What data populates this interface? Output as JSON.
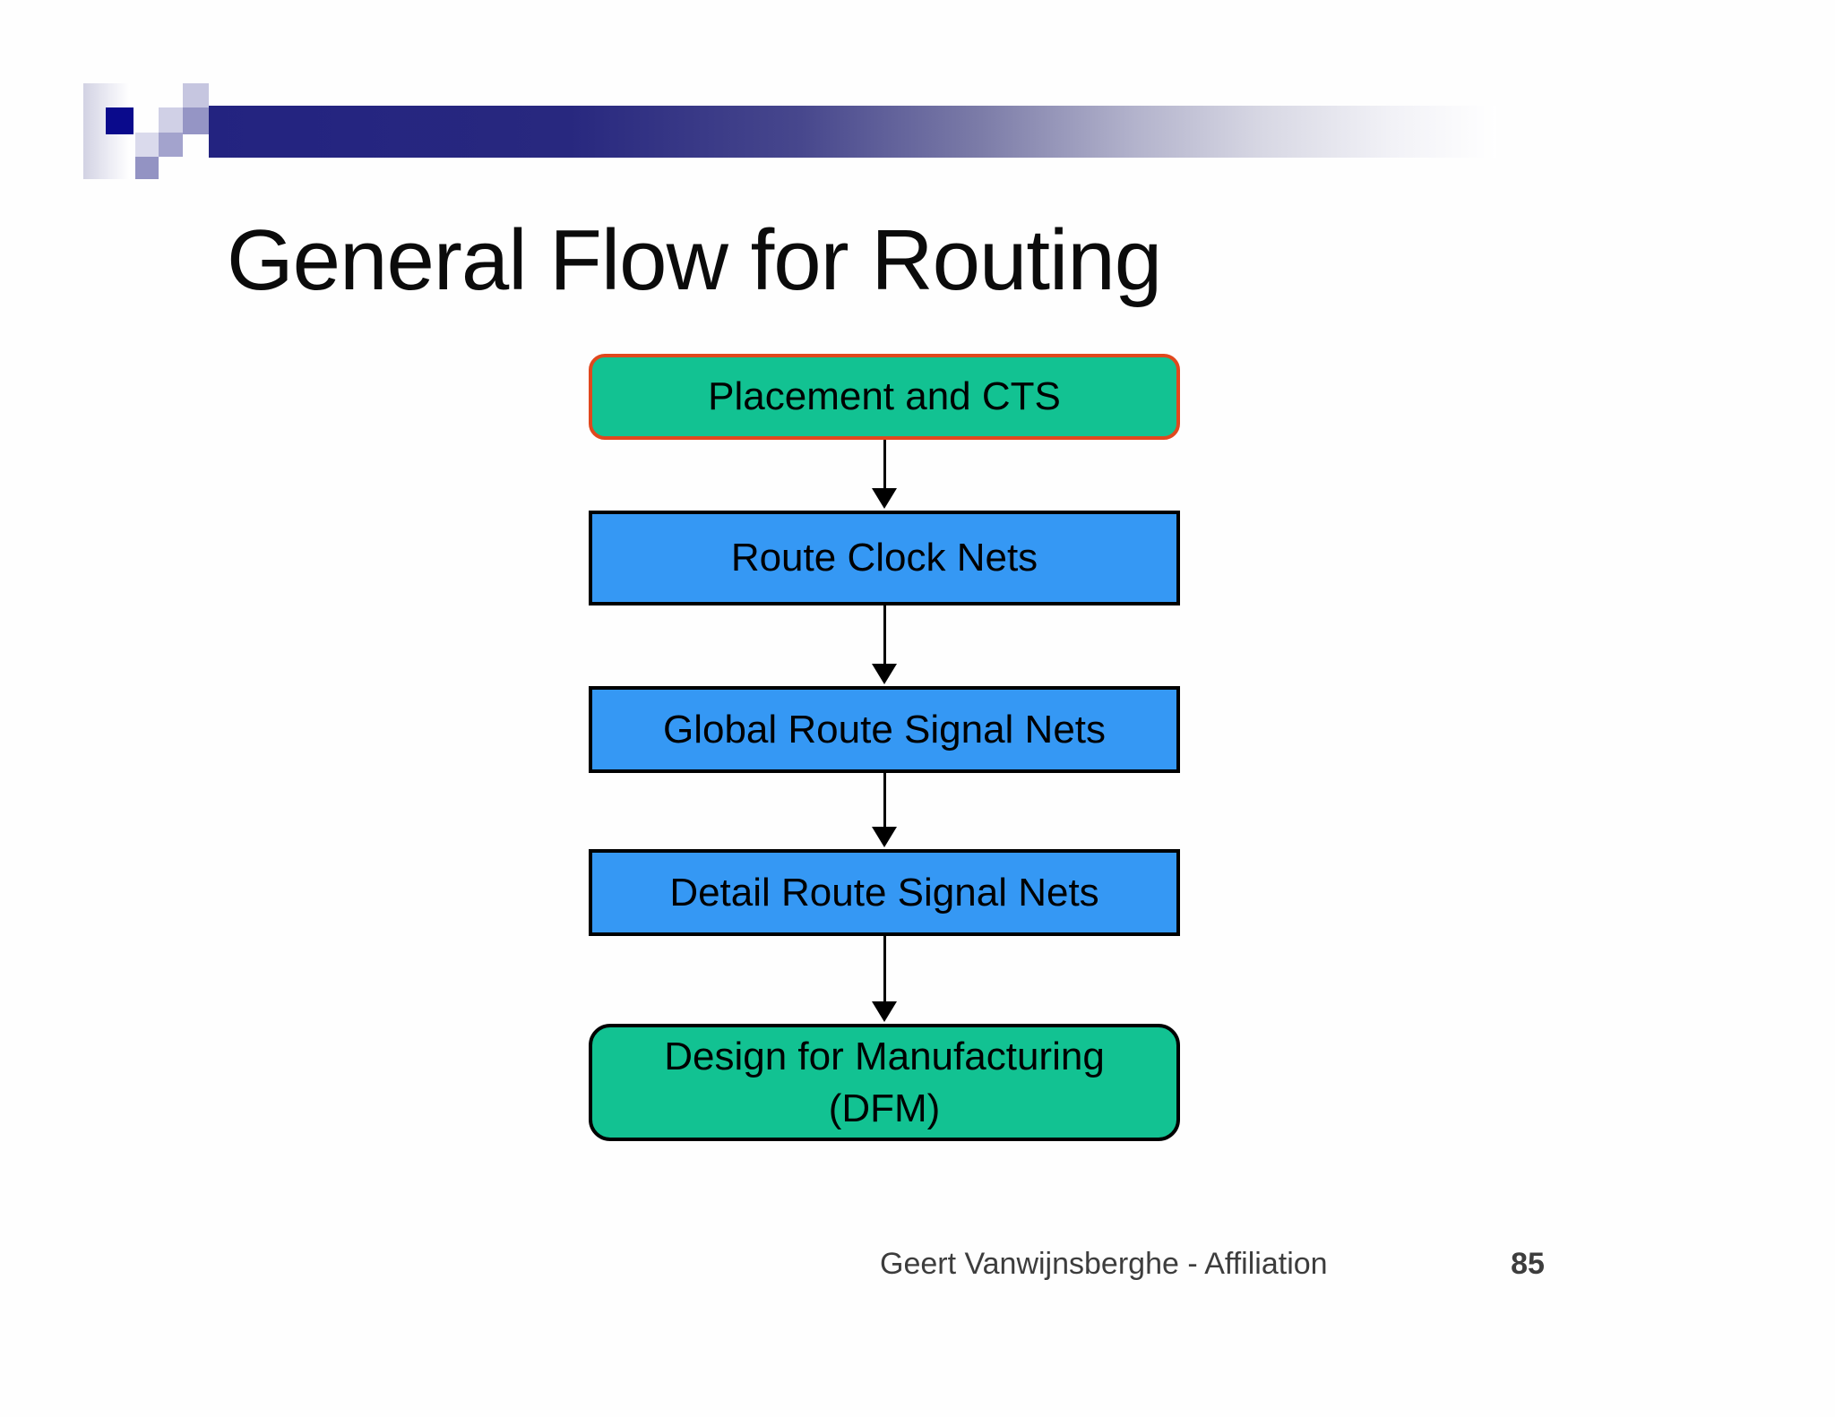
{
  "slide": {
    "title": "General Flow for Routing",
    "footer": {
      "credit": "Geert Vanwijnsberghe - Affiliation",
      "page_number": "85"
    },
    "colors": {
      "accent_green_fill": "#12c292",
      "accent_orange_border": "#e0481e",
      "accent_blue_fill": "#3598f4",
      "node_border_black": "#000000",
      "header_bar_dark": "#232380",
      "header_square_navy": "#0a0a8c",
      "footer_text": "#3d3d3d"
    },
    "flow": {
      "type": "flowchart",
      "direction": "top-down",
      "nodes": [
        {
          "id": "placement-cts",
          "label": "Placement and CTS",
          "shape": "rounded-rect",
          "fill": "green",
          "border": "orange"
        },
        {
          "id": "route-clock-nets",
          "label": "Route Clock Nets",
          "shape": "rect",
          "fill": "blue",
          "border": "black"
        },
        {
          "id": "global-route-signal-nets",
          "label": "Global Route Signal Nets",
          "shape": "rect",
          "fill": "blue",
          "border": "black"
        },
        {
          "id": "detail-route-signal-nets",
          "label": "Detail Route Signal Nets",
          "shape": "rect",
          "fill": "blue",
          "border": "black"
        },
        {
          "id": "design-for-manufacturing",
          "label": "Design for Manufacturing (DFM)",
          "label_line1": "Design for Manufacturing",
          "label_line2": "(DFM)",
          "shape": "rounded-rect",
          "fill": "green",
          "border": "black"
        }
      ],
      "edges": [
        {
          "from": "placement-cts",
          "to": "route-clock-nets"
        },
        {
          "from": "route-clock-nets",
          "to": "global-route-signal-nets"
        },
        {
          "from": "global-route-signal-nets",
          "to": "detail-route-signal-nets"
        },
        {
          "from": "detail-route-signal-nets",
          "to": "design-for-manufacturing"
        }
      ]
    }
  }
}
